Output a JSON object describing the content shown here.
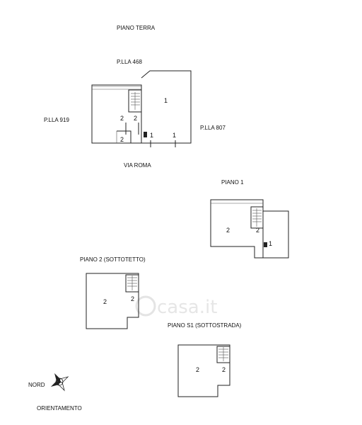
{
  "labels": {
    "piano_terra": "PIANO TERRA",
    "plla_468": "P.LLA 468",
    "plla_919": "P.LLA 919",
    "plla_807": "P.LLA 807",
    "via_roma": "VIA ROMA",
    "piano_1": "PIANO 1",
    "piano_2": "PIANO 2 (SOTTOTETTO)",
    "piano_s1": "PIANO S1 (SOTTOSTRADA)",
    "nord": "NORD",
    "orientamento": "ORIENTAMENTO"
  },
  "room_numbers": {
    "t_main": "1",
    "t_left_a": "2",
    "t_left_b": "2",
    "t_small": "2",
    "t_bottom_a": "1",
    "t_bottom_b": "1",
    "p1_left": "2",
    "p1_stair": "2",
    "p1_right": "1",
    "p2_main": "2",
    "p2_stair": "2",
    "s1_main": "2",
    "s1_stair": "2"
  },
  "watermark": "casa.it"
}
